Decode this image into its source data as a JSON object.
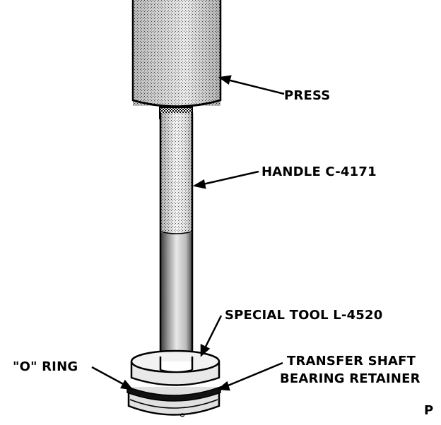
{
  "labels": {
    "press": "PRESS",
    "handle": "HANDLE C-4171",
    "special_tool": "SPECIAL TOOL L-4520",
    "o_ring": "\"O\" RING",
    "retainer_line1": "TRANSFER SHAFT",
    "retainer_line2": "BEARING RETAINER",
    "corner_mark": "P"
  },
  "colors": {
    "ink": "#000000",
    "paper": "#ffffff",
    "press_fill": "#7a7a7a"
  }
}
